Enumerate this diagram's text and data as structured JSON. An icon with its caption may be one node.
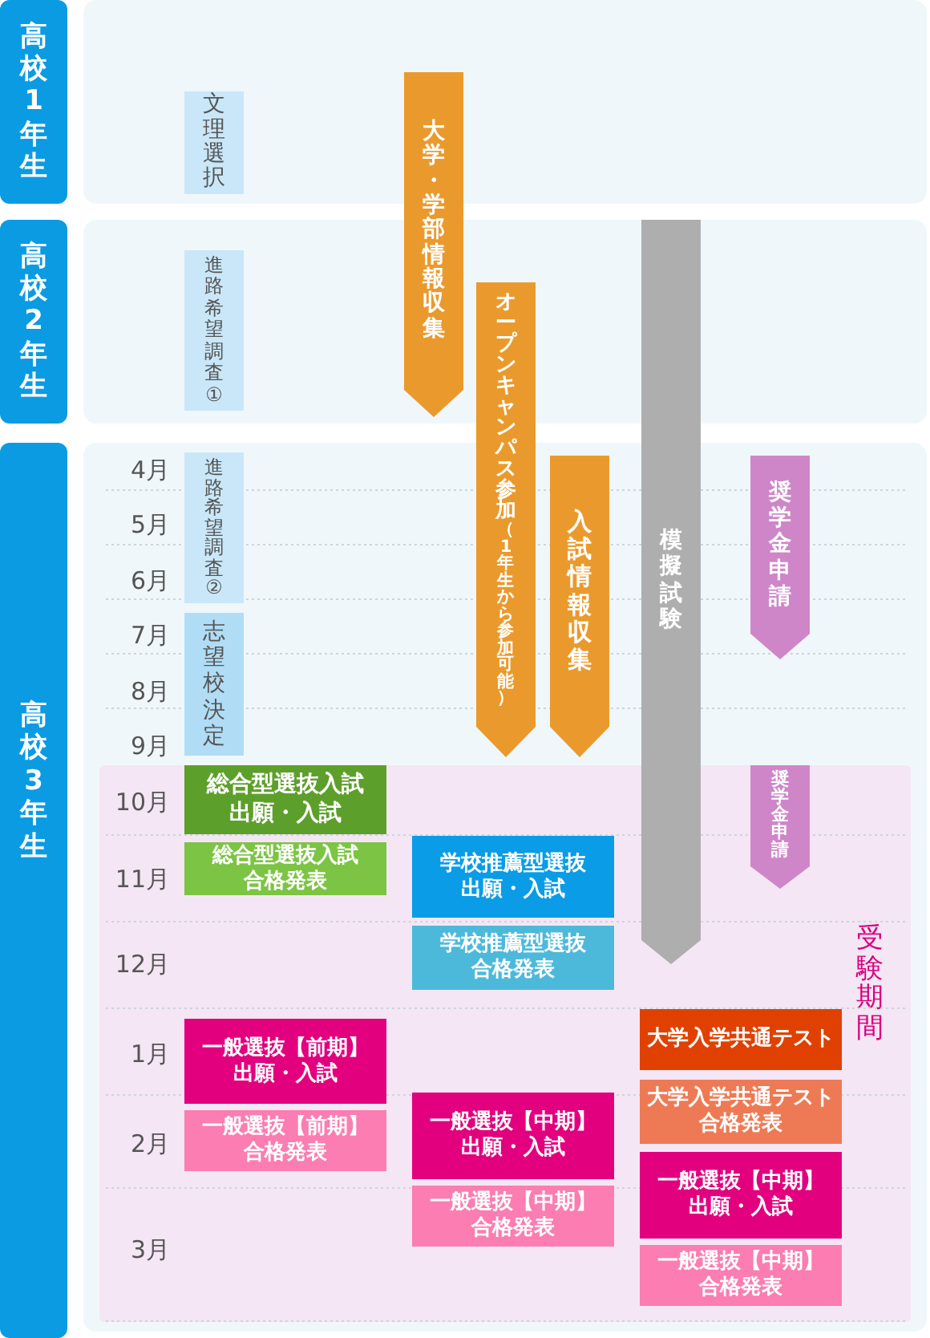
{
  "diagram": {
    "nodes": [
      {
        "text": [
          "高校1年生"
        ]
      },
      {
        "text": [
          "文理選択"
        ],
        "in": 0
      },
      {
        "text": [
          "大学・学部情報収集"
        ]
      },
      {
        "text": [
          "高校2年生"
        ]
      },
      {
        "text": [
          "進路希望調査①"
        ],
        "in": 3
      },
      {
        "text": [
          "模擬試験"
        ]
      },
      {
        "text": [
          "オープンキャンパス参加",
          "（1年生から参加可能）"
        ]
      },
      {
        "text": [
          "高校3年生"
        ]
      },
      {
        "text": [
          "進路希望調査②"
        ],
        "in": 7
      },
      {
        "text": [
          "入試情報収集"
        ],
        "in": 7
      },
      {
        "text": [
          "奨学金申請"
        ],
        "in": 7
      },
      {
        "text": [
          "志望校決定"
        ],
        "in": 7
      },
      {
        "text": [
          "受験期間"
        ],
        "in": 7
      },
      {
        "text": [
          "総合型選抜入試出願・入試"
        ],
        "in": 12
      },
      {
        "text": [
          "奨学金申請"
        ],
        "in": 12
      },
      {
        "text": [
          "総合型選抜入試合格発表"
        ],
        "in": 12
      },
      {
        "text": [
          "学校推薦型選抜出願・入試"
        ],
        "in": 12
      },
      {
        "text": [
          "学校推薦型選抜合格発表"
        ],
        "in": 12
      },
      {
        "text": [
          "一般選抜【前期】出願・入試"
        ],
        "in": 12
      },
      {
        "text": [
          "大学入学共通テスト"
        ],
        "in": 12
      },
      {
        "text": [
          "大学入学共通テスト合格発表"
        ],
        "in": 12
      },
      {
        "text": [
          "一般選抜【中期】出願・入試"
        ],
        "in": 12
      },
      {
        "text": [
          "一般選抜【前期】合格発表"
        ],
        "in": 12
      },
      {
        "text": [
          "一般選抜【中期】出願・入試"
        ],
        "in": 12
      },
      {
        "text": [
          "一般選抜【中期】合格発表"
        ],
        "in": 12
      },
      {
        "text": [
          "一般選抜【中期】合格発表"
        ],
        "in": 12
      }
    ],
    "labels": [
      "4月",
      "5月",
      "6月",
      "7月",
      "8月",
      "9月",
      "10月",
      "11月",
      "12月",
      "1月",
      "2月",
      "3月"
    ]
  }
}
